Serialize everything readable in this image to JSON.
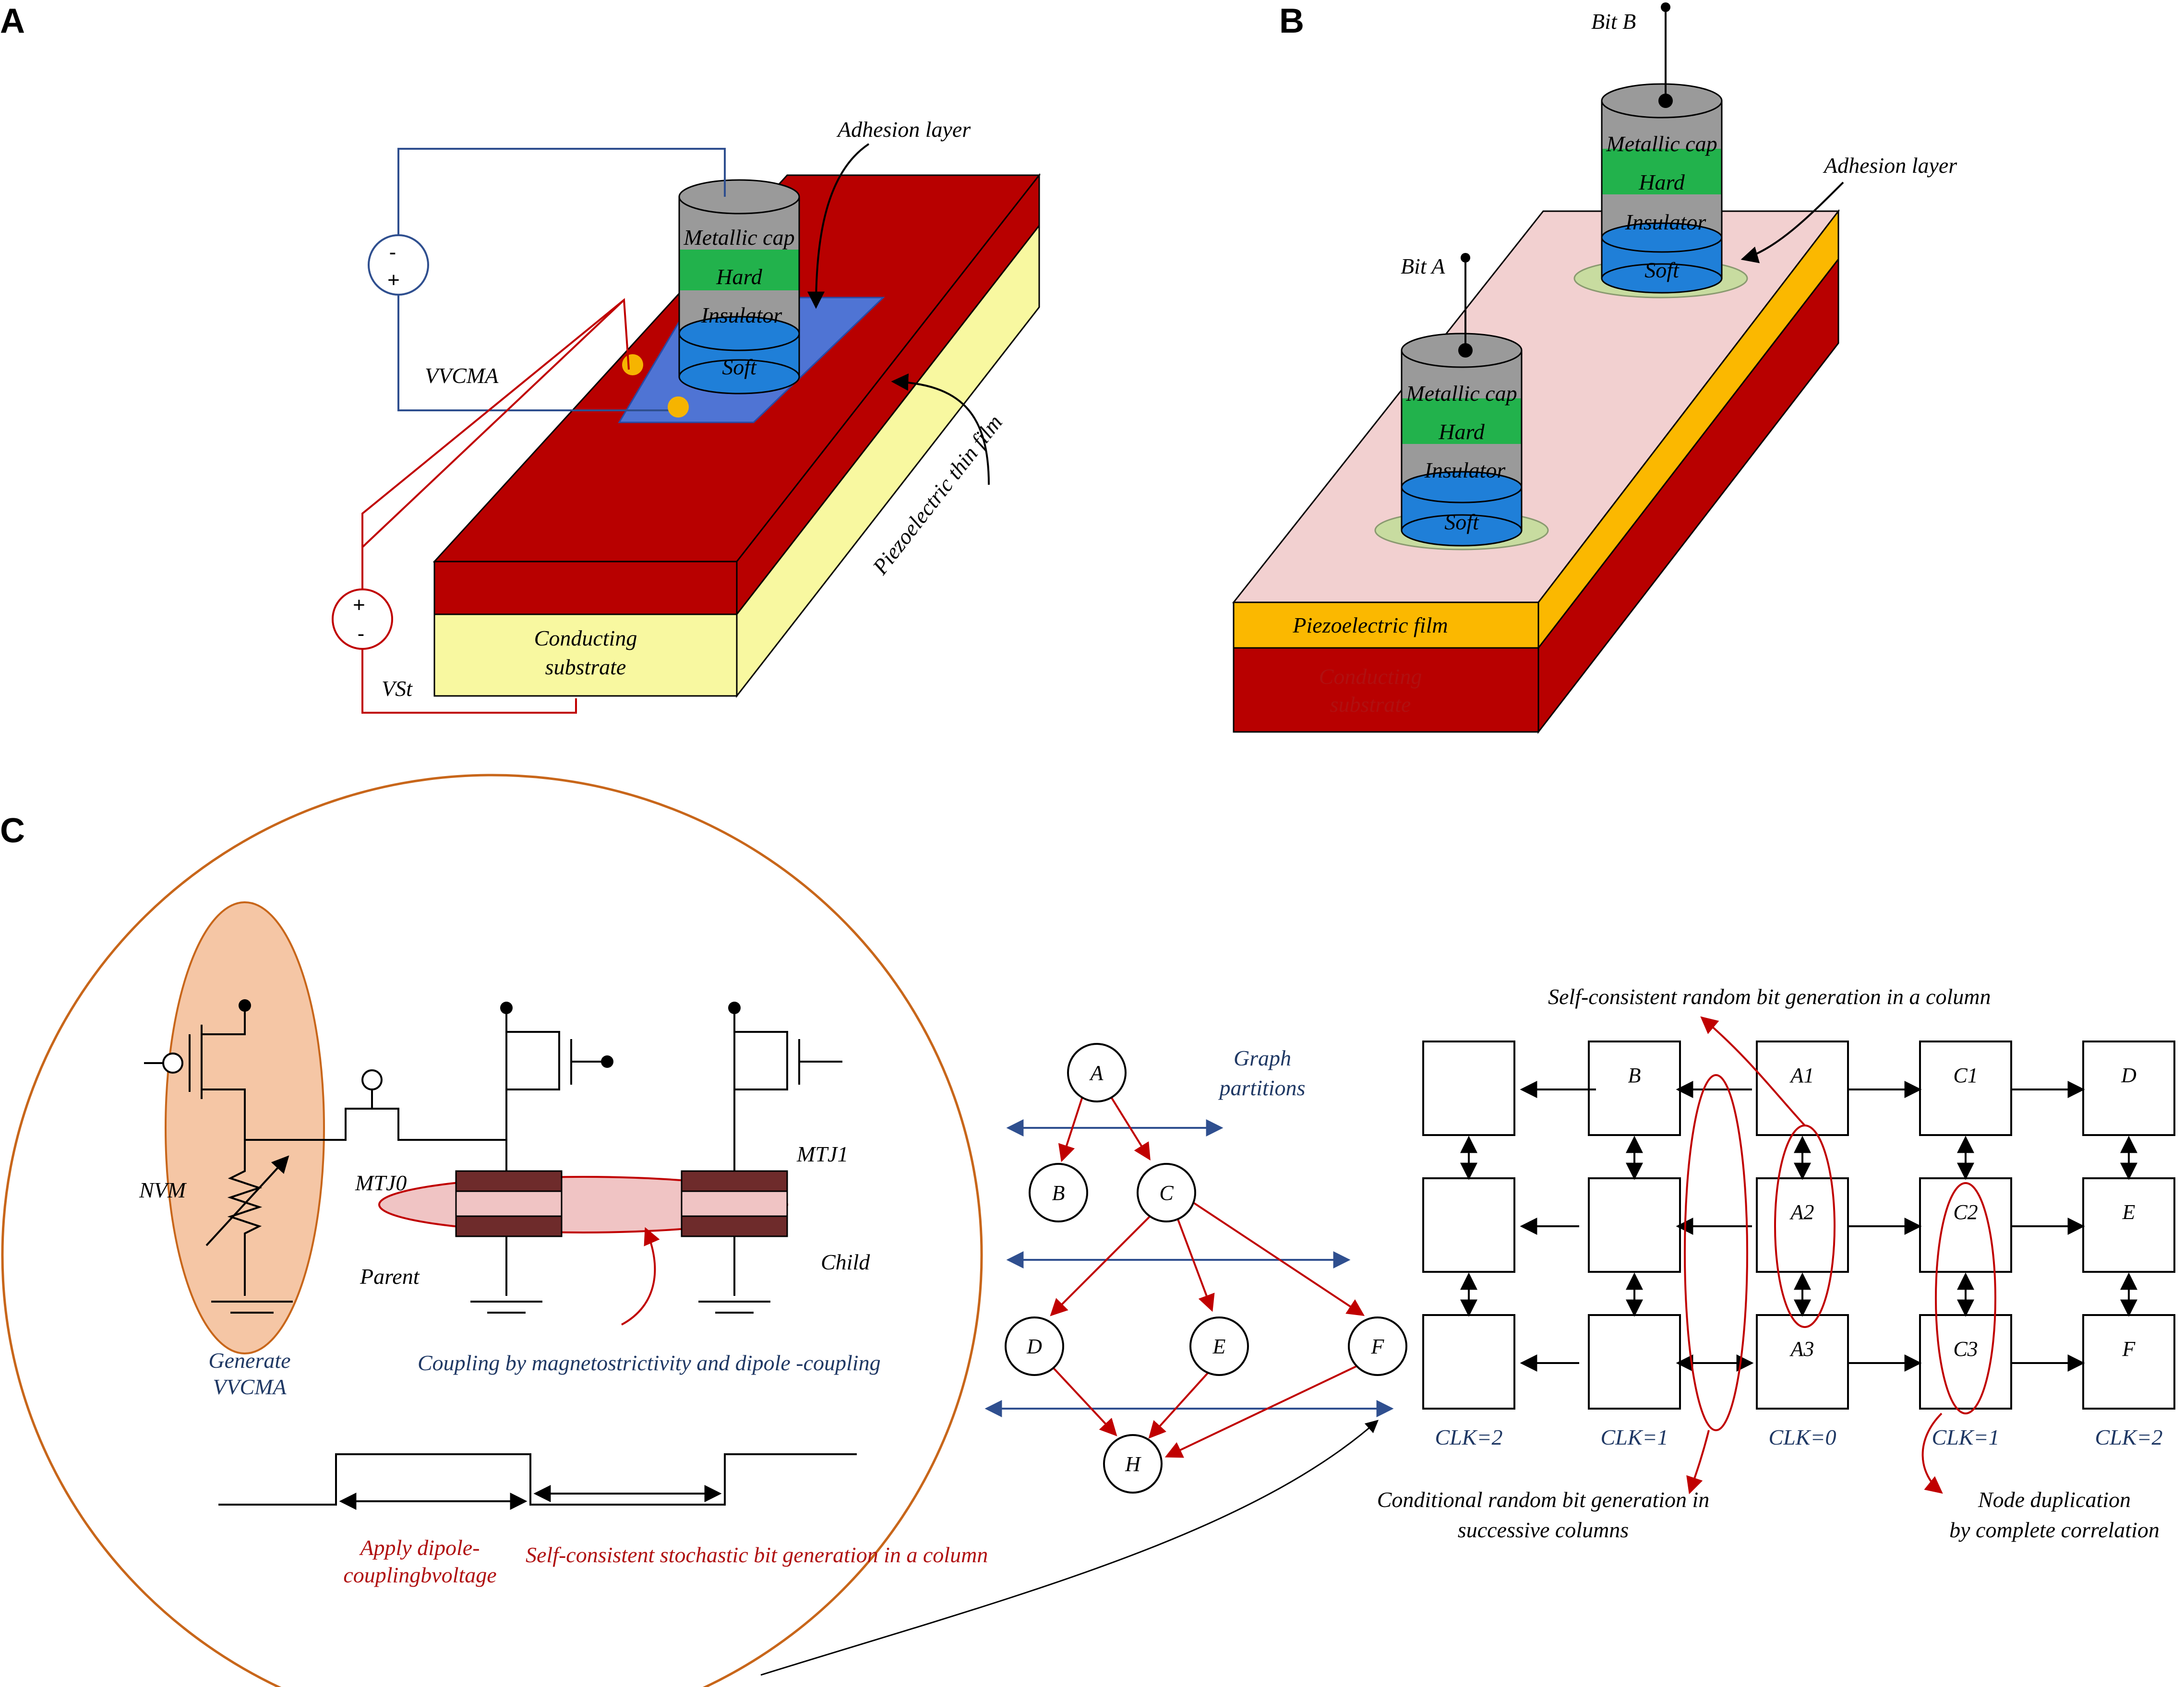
{
  "panels": {
    "a": "A",
    "b": "B",
    "c": "C"
  },
  "panel_a": {
    "adhesion": "Adhesion layer",
    "metallic_cap": "Metallic cap",
    "hard": "Hard",
    "insulator": "Insulator",
    "soft": "Soft",
    "vvcma": "VVCMA",
    "piezo_thin_film": "Piezoelectric thin film",
    "substrate_line1": "Conducting",
    "substrate_line2": "substrate",
    "vst": "VSt",
    "src_top_minus": "-",
    "src_top_plus": "+",
    "src_bot_plus": "+",
    "src_bot_minus": "-"
  },
  "panel_b": {
    "bit_b": "Bit B",
    "bit_a": "Bit A",
    "adhesion": "Adhesion layer",
    "metallic_cap": "Metallic cap",
    "hard": "Hard",
    "insulator": "Insulator",
    "soft": "Soft",
    "piezo_film": "Piezoelectric film",
    "substrate_line1": "Conducting",
    "substrate_line2": "substrate"
  },
  "panel_c": {
    "nvm": "NVM",
    "mtj0": "MTJ0",
    "mtj1": "MTJ1",
    "parent": "Parent",
    "child": "Child",
    "generate_line1": "Generate",
    "generate_line2": "VVCMA",
    "coupling": "Coupling by magnetostrictivity and dipole -coupling",
    "apply_line1": "Apply dipole-",
    "apply_line2": "couplingbvoltage",
    "self_consistent_stochastic": "Self-consistent stochastic bit generation in a column",
    "graph_partitions_line1": "Graph",
    "graph_partitions_line2": "partitions",
    "graph_nodes": [
      "A",
      "B",
      "C",
      "D",
      "E",
      "F",
      "H"
    ],
    "grid_title": "Self-consistent random bit generation in a column",
    "grid_labels": {
      "B": "B",
      "A1": "A1",
      "C1": "C1",
      "D": "D",
      "A2": "A2",
      "C2": "C2",
      "E": "E",
      "A3": "A3",
      "C3": "C3",
      "F": "F"
    },
    "clk_labels": [
      "CLK=2",
      "CLK=1",
      "CLK=0",
      "CLK=1",
      "CLK=2"
    ],
    "conditional_line1": "Conditional random bit generation in",
    "conditional_line2": "successive columns",
    "duplication_line1": "Node duplication",
    "duplication_line2": "by complete correlation"
  },
  "colors": {
    "substrate_red": "#b80000",
    "substrate_yellow": "#f8f8a0",
    "piezo_pink": "#f2d0d0",
    "piezo_orange": "#fbb800",
    "hard_green": "#22b24c",
    "soft_blue": "#1f7fd8",
    "cap_gray": "#9a9a9a",
    "adhesion_blue": "#4a7be0",
    "circuit_blue": "#2f4f8f",
    "circuit_red": "#c00000",
    "orange_circle": "#c8661a",
    "nvm_fill": "#f5c6a5",
    "mtj_brown": "#6e2b2b",
    "mtj_pink": "#f0c4c4"
  }
}
